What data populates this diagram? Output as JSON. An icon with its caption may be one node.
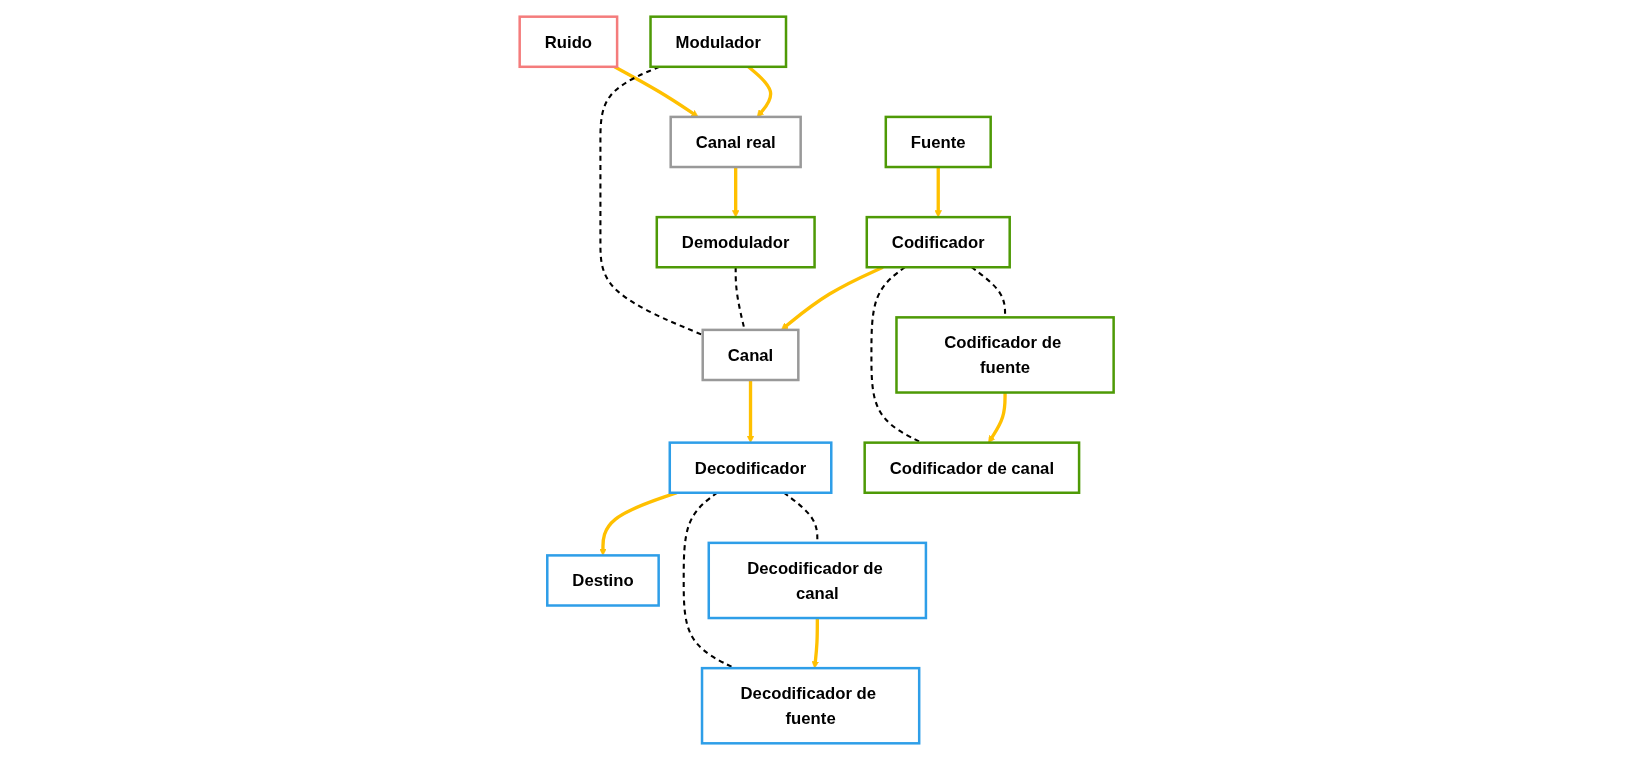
{
  "diagram": {
    "nodes": [
      {
        "text": [
          "Ruido"
        ]
      },
      {
        "text": [
          "Modulador"
        ]
      },
      {
        "text": [
          "Canal real"
        ]
      },
      {
        "text": [
          "Demodulador"
        ]
      },
      {
        "text": [
          "Fuente"
        ]
      },
      {
        "text": [
          "Codificador"
        ]
      },
      {
        "text": [
          "Canal"
        ]
      },
      {
        "text": [
          "Decodificador"
        ]
      },
      {
        "text": [
          "Destino"
        ]
      },
      {
        "text": [
          "Codificador de fuente"
        ]
      },
      {
        "text": [
          "Codificador de canal"
        ]
      },
      {
        "text": [
          "Decodificador de canal"
        ]
      },
      {
        "text": [
          "Decodificador de fuente"
        ]
      }
    ],
    "edges": [
      {
        "from": 0,
        "to": 2,
        "arrow": "to"
      },
      {
        "from": 1,
        "to": 2,
        "arrow": "to"
      },
      {
        "from": 2,
        "to": 3,
        "arrow": "to"
      },
      {
        "from": 1,
        "to": 6,
        "arrow": "none",
        "style": "dashed",
        "color": "#000000"
      },
      {
        "from": 3,
        "to": 6,
        "arrow": "none",
        "style": "dashed",
        "color": "#000000"
      },
      {
        "from": 4,
        "to": 5,
        "arrow": "to"
      },
      {
        "from": 5,
        "to": 6,
        "arrow": "to"
      },
      {
        "from": 6,
        "to": 7,
        "arrow": "to"
      },
      {
        "from": 7,
        "to": 8,
        "arrow": "to"
      },
      {
        "from": 5,
        "to": 9,
        "arrow": "none",
        "style": "dashed",
        "color": "#000000"
      },
      {
        "from": 5,
        "to": 10,
        "arrow": "none",
        "style": "dashed",
        "color": "#000000"
      },
      {
        "from": 7,
        "to": 11,
        "arrow": "none",
        "style": "dashed",
        "color": "#000000"
      },
      {
        "from": 7,
        "to": 12,
        "arrow": "none",
        "style": "dashed",
        "color": "#000000"
      },
      {
        "from": 9,
        "to": 10,
        "arrow": "to"
      },
      {
        "from": 11,
        "to": 12,
        "arrow": "to"
      }
    ]
  }
}
